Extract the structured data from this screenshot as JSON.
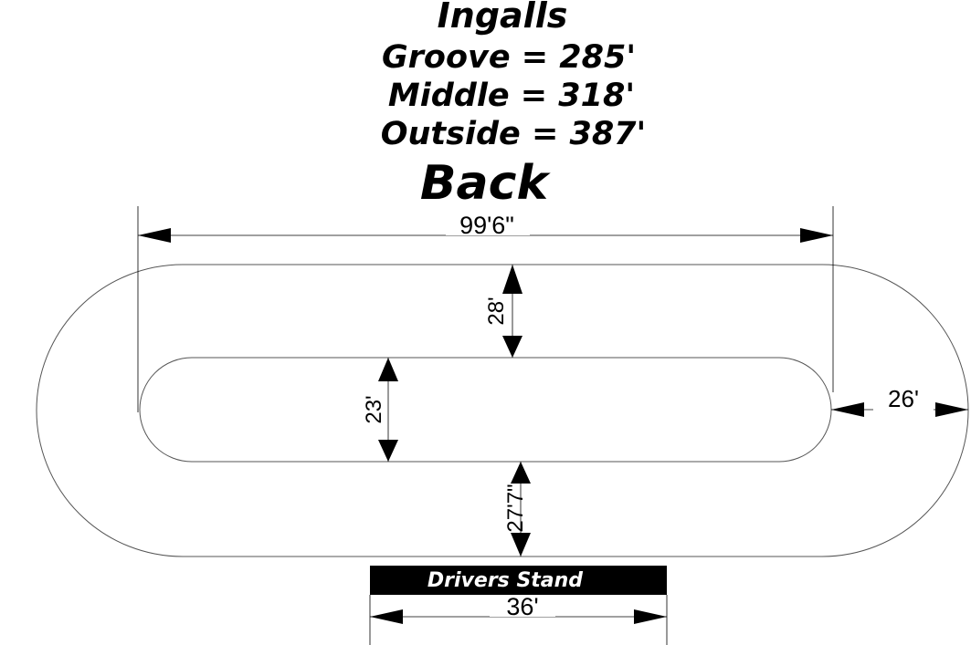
{
  "header": {
    "track_name": "Ingalls",
    "groove": "Groove = 285'",
    "middle": "Middle = 318'",
    "outside": "Outside = 387'",
    "back_label": "Back"
  },
  "dimensions": {
    "straight_length": "99'6\"",
    "back_width": "28'",
    "infield_width": "23'",
    "turn_width": "26'",
    "front_width": "27'7\"",
    "stand_width": "36'"
  },
  "drivers_stand": {
    "label": "Drivers Stand",
    "color": "#000000"
  }
}
